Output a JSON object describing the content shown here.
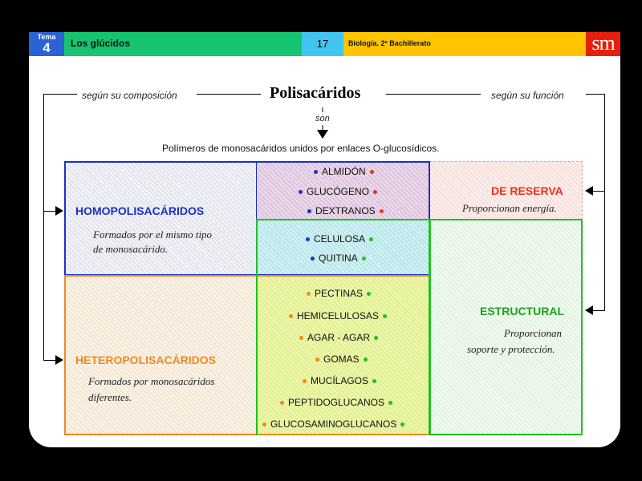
{
  "header": {
    "tema_label": "Tema",
    "tema_number": "4",
    "title": "Los glúcidos",
    "page": "17",
    "course": "Biología. 2º Bachillerato",
    "logo": "sm"
  },
  "diagram": {
    "title": "Polisacáridos",
    "left_branch": "según su composición",
    "right_branch": "según su función",
    "connector": "son",
    "definition": "Polímeros de monosacáridos unidos por enlaces O-glucosídicos."
  },
  "homo": {
    "label": "HOMOPOLISACÁRIDOS",
    "desc_line1": "Formados por el mismo tipo",
    "desc_line2": "de monosacárido."
  },
  "hetero": {
    "label": "HETEROPOLISACÁRIDOS",
    "desc_line1": "Formados por monosacáridos",
    "desc_line2": "diferentes."
  },
  "reserva": {
    "label": "DE RESERVA",
    "desc": "Proporcionan energía."
  },
  "estructural": {
    "label": "ESTRUCTURAL",
    "desc_line1": "Proporcionan",
    "desc_line2": "soporte y protección."
  },
  "items": {
    "homo_reserva": [
      "ALMIDÓN",
      "GLUCÓGENO",
      "DEXTRANOS"
    ],
    "homo_estructural": [
      "CELULOSA",
      "QUITINA"
    ],
    "hetero_estructural": [
      "PECTINAS",
      "HEMICELULOSAS",
      "AGAR - AGAR",
      "GOMAS",
      "MUCÍLAGOS",
      "PEPTIDOGLUCANOS",
      "GLUCOSAMINOGLUCANOS"
    ]
  },
  "colors": {
    "homo": "#1a30c8",
    "hetero": "#f08a1e",
    "reserva": "#e8321a",
    "estructural": "#1ec21e"
  }
}
